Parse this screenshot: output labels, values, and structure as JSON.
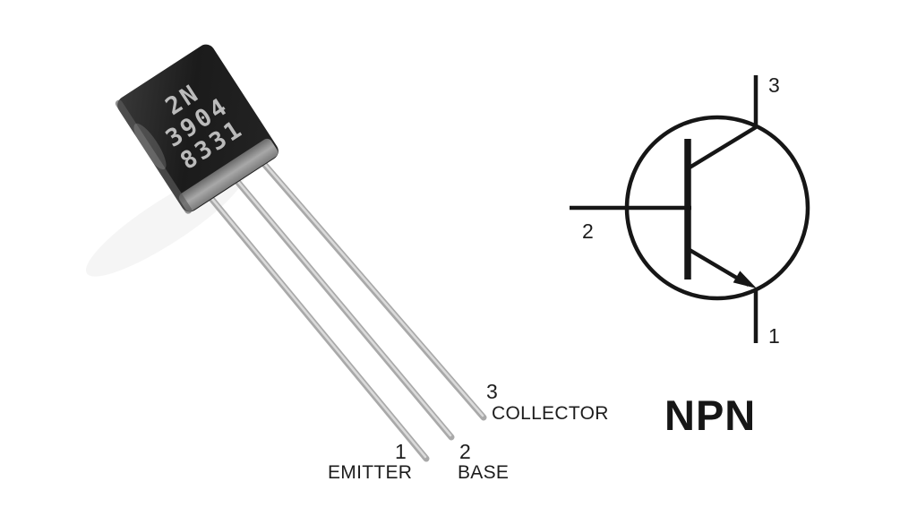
{
  "photo": {
    "marking": {
      "line1": "2N",
      "line2": "3904",
      "line3": "8331"
    },
    "pins": [
      {
        "number": "1",
        "name": "EMITTER"
      },
      {
        "number": "2",
        "name": "BASE"
      },
      {
        "number": "3",
        "name": "COLLECTOR"
      }
    ]
  },
  "symbol": {
    "label": "NPN",
    "pins": {
      "collector": "3",
      "base": "2",
      "emitter": "1"
    }
  },
  "colors": {
    "background": "#ffffff",
    "line": "#161616",
    "label_text": "#1d1d1d",
    "body": "#1e1e1e",
    "body_rim": "#8f8f8f",
    "marking": "#c9c9c9",
    "lead": "#a9a9a9",
    "lead_highlight": "#e0e0e0"
  }
}
